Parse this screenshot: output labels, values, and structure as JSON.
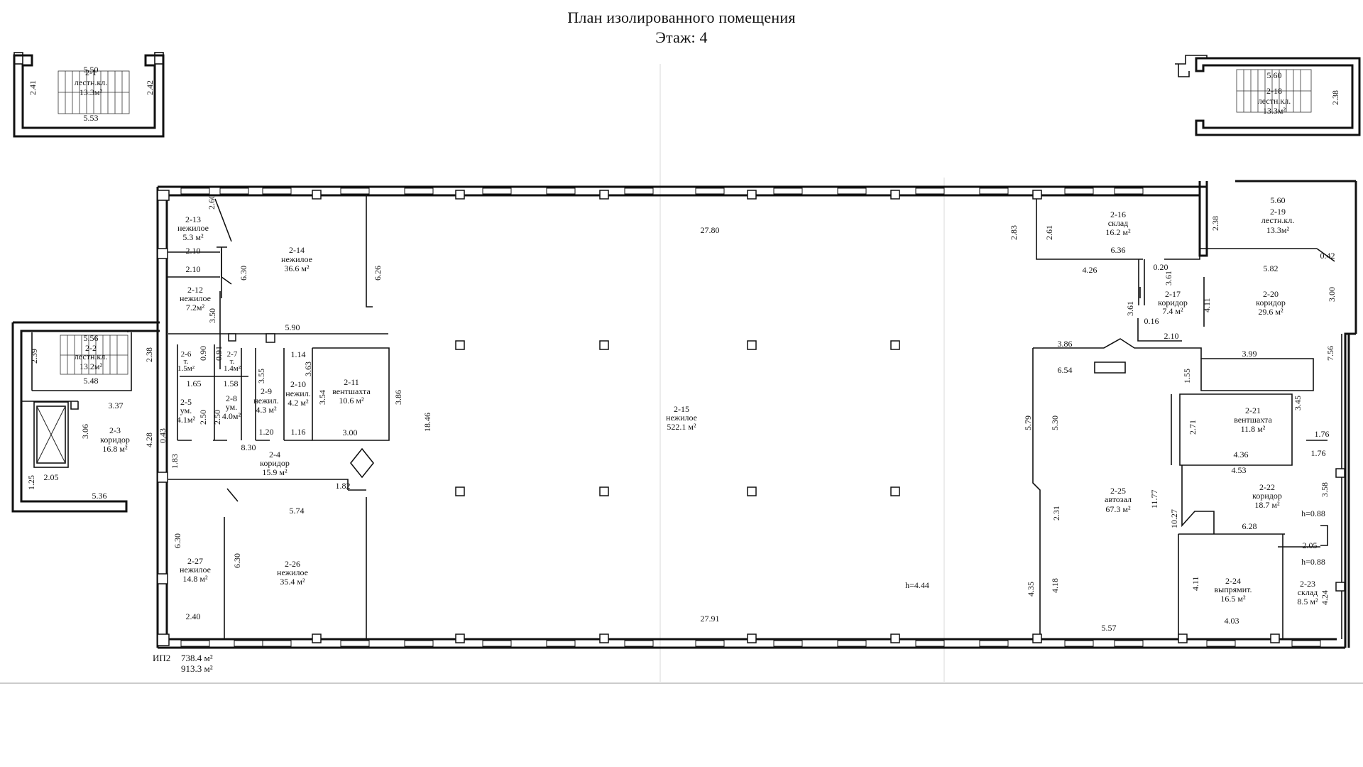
{
  "title": {
    "line1": "План изолированного помещения",
    "line2": "Этаж: 4"
  },
  "rooms": [
    {
      "id": "2-1",
      "name": "лестн.кл.",
      "area": "13.3м²"
    },
    {
      "id": "2-18",
      "name": "лестн.кл.",
      "area": "13.3м²"
    },
    {
      "id": "2-2",
      "name": "лестн.кл.",
      "area": "13.2м²"
    },
    {
      "id": "2-3",
      "name": "коридор",
      "area": "16.8 м²"
    },
    {
      "id": "2-13",
      "name": "нежилое",
      "area": "5.3 м²"
    },
    {
      "id": "2-14",
      "name": "нежилое",
      "area": "36.6 м²"
    },
    {
      "id": "2-12",
      "name": "нежилое",
      "area": "7.2м²"
    },
    {
      "id": "2-6",
      "name": "т.",
      "area": "1.5м²"
    },
    {
      "id": "2-7",
      "name": "т.",
      "area": "1.4м²"
    },
    {
      "id": "2-5",
      "name": "ум.",
      "area": "4.1м²"
    },
    {
      "id": "2-8",
      "name": "ум.",
      "area": "4.0м²"
    },
    {
      "id": "2-9",
      "name": "нежил.",
      "area": "4.3 м²"
    },
    {
      "id": "2-10",
      "name": "нежил.",
      "area": "4.2 м²"
    },
    {
      "id": "2-11",
      "name": "вентшахта",
      "area": "10.6 м²"
    },
    {
      "id": "2-4",
      "name": "коридор",
      "area": "15.9 м²"
    },
    {
      "id": "2-15",
      "name": "нежилое",
      "area": "522.1 м²"
    },
    {
      "id": "2-27",
      "name": "нежилое",
      "area": "14.8 м²"
    },
    {
      "id": "2-26",
      "name": "нежилое",
      "area": "35.4 м²"
    },
    {
      "id": "2-16",
      "name": "склад",
      "area": "16.2 м²"
    },
    {
      "id": "2-19",
      "name": "лестн.кл.",
      "area": "13.3м²"
    },
    {
      "id": "2-17",
      "name": "коридор",
      "area": "7.4 м²"
    },
    {
      "id": "2-20",
      "name": "коридор",
      "area": "29.6 м²"
    },
    {
      "id": "2-21",
      "name": "вентшахта",
      "area": "11.8 м²"
    },
    {
      "id": "2-25",
      "name": "автозал",
      "area": "67.3 м²"
    },
    {
      "id": "2-22",
      "name": "коридор",
      "area": "18.7 м²"
    },
    {
      "id": "2-24",
      "name": "выпрямит.",
      "area": "16.5 м²"
    },
    {
      "id": "2-23",
      "name": "склад",
      "area": "8.5 м²"
    }
  ],
  "dimensions": [
    "5.50",
    "2.41",
    "2.42",
    "5.53",
    "5.60",
    "2.38",
    "5.56",
    "2.39",
    "2.38",
    "5.48",
    "3.37",
    "3.06",
    "4.28",
    "0.43",
    "1.83",
    "1.25",
    "2.05",
    "5.36",
    "2.60",
    "2.10",
    "2.10",
    "6.30",
    "3.50",
    "5.90",
    "6.26",
    "0.90",
    "0.91",
    "1.14",
    "3.63",
    "1.65",
    "1.58",
    "3.55",
    "3.54",
    "3.86",
    "2.50",
    "2.50",
    "1.20",
    "1.16",
    "3.00",
    "8.30",
    "1.82",
    "5.74",
    "6.30",
    "6.30",
    "2.40",
    "18.46",
    "27.80",
    "27.91",
    "h=4.44",
    "2.83",
    "2.61",
    "6.36",
    "0.20",
    "4.26",
    "3.61",
    "3.61",
    "0.16",
    "2.10",
    "5.60",
    "2.38",
    "0.42",
    "5.82",
    "4.11",
    "3.00",
    "7.56",
    "3.86",
    "6.54",
    "1.55",
    "3.99",
    "5.79",
    "5.30",
    "3.45",
    "2.71",
    "1.76",
    "1.76",
    "4.36",
    "4.53",
    "3.58",
    "h=0.88",
    "11.77",
    "10.27",
    "6.28",
    "2.31",
    "2.05",
    "h=0.88",
    "4.35",
    "4.18",
    "4.11",
    "4.24",
    "5.57",
    "4.03"
  ],
  "summary": {
    "code": "ИП2",
    "area1": "738.4 м²",
    "area2": "913.3 м²"
  }
}
